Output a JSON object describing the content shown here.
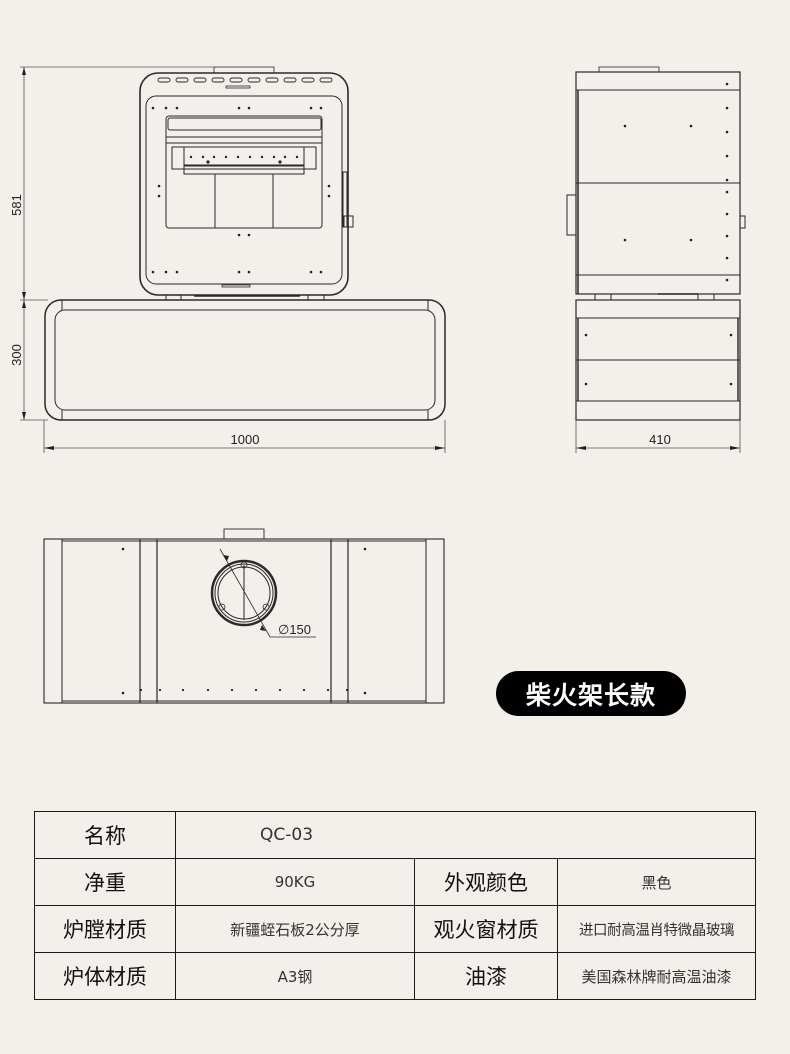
{
  "title_badge": "柴火架长款",
  "front_view": {
    "height_stove_mm": "581",
    "height_base_mm": "300",
    "width_mm": "1000"
  },
  "side_view": {
    "depth_mm": "410"
  },
  "top_view": {
    "flue_diameter_label": "∅150",
    "flue_diameter_mm": "150"
  },
  "colors": {
    "background": "#f3efea",
    "line": "#2a2a2a",
    "badge_bg": "#000000",
    "badge_text": "#ffffff"
  },
  "spec_table": {
    "rows": [
      {
        "label": "名称",
        "value": "QC-03"
      },
      {
        "label": "净重",
        "value": "90KG",
        "label2": "外观颜色",
        "value2": "黑色"
      },
      {
        "label": "炉膛材质",
        "value": "新疆蛭石板2公分厚",
        "label2": "观火窗材质",
        "value2": "进口耐高温肖特微晶玻璃"
      },
      {
        "label": "炉体材质",
        "value": "A3钢",
        "label2": "油漆",
        "value2": "美国森林牌耐高温油漆"
      }
    ]
  }
}
